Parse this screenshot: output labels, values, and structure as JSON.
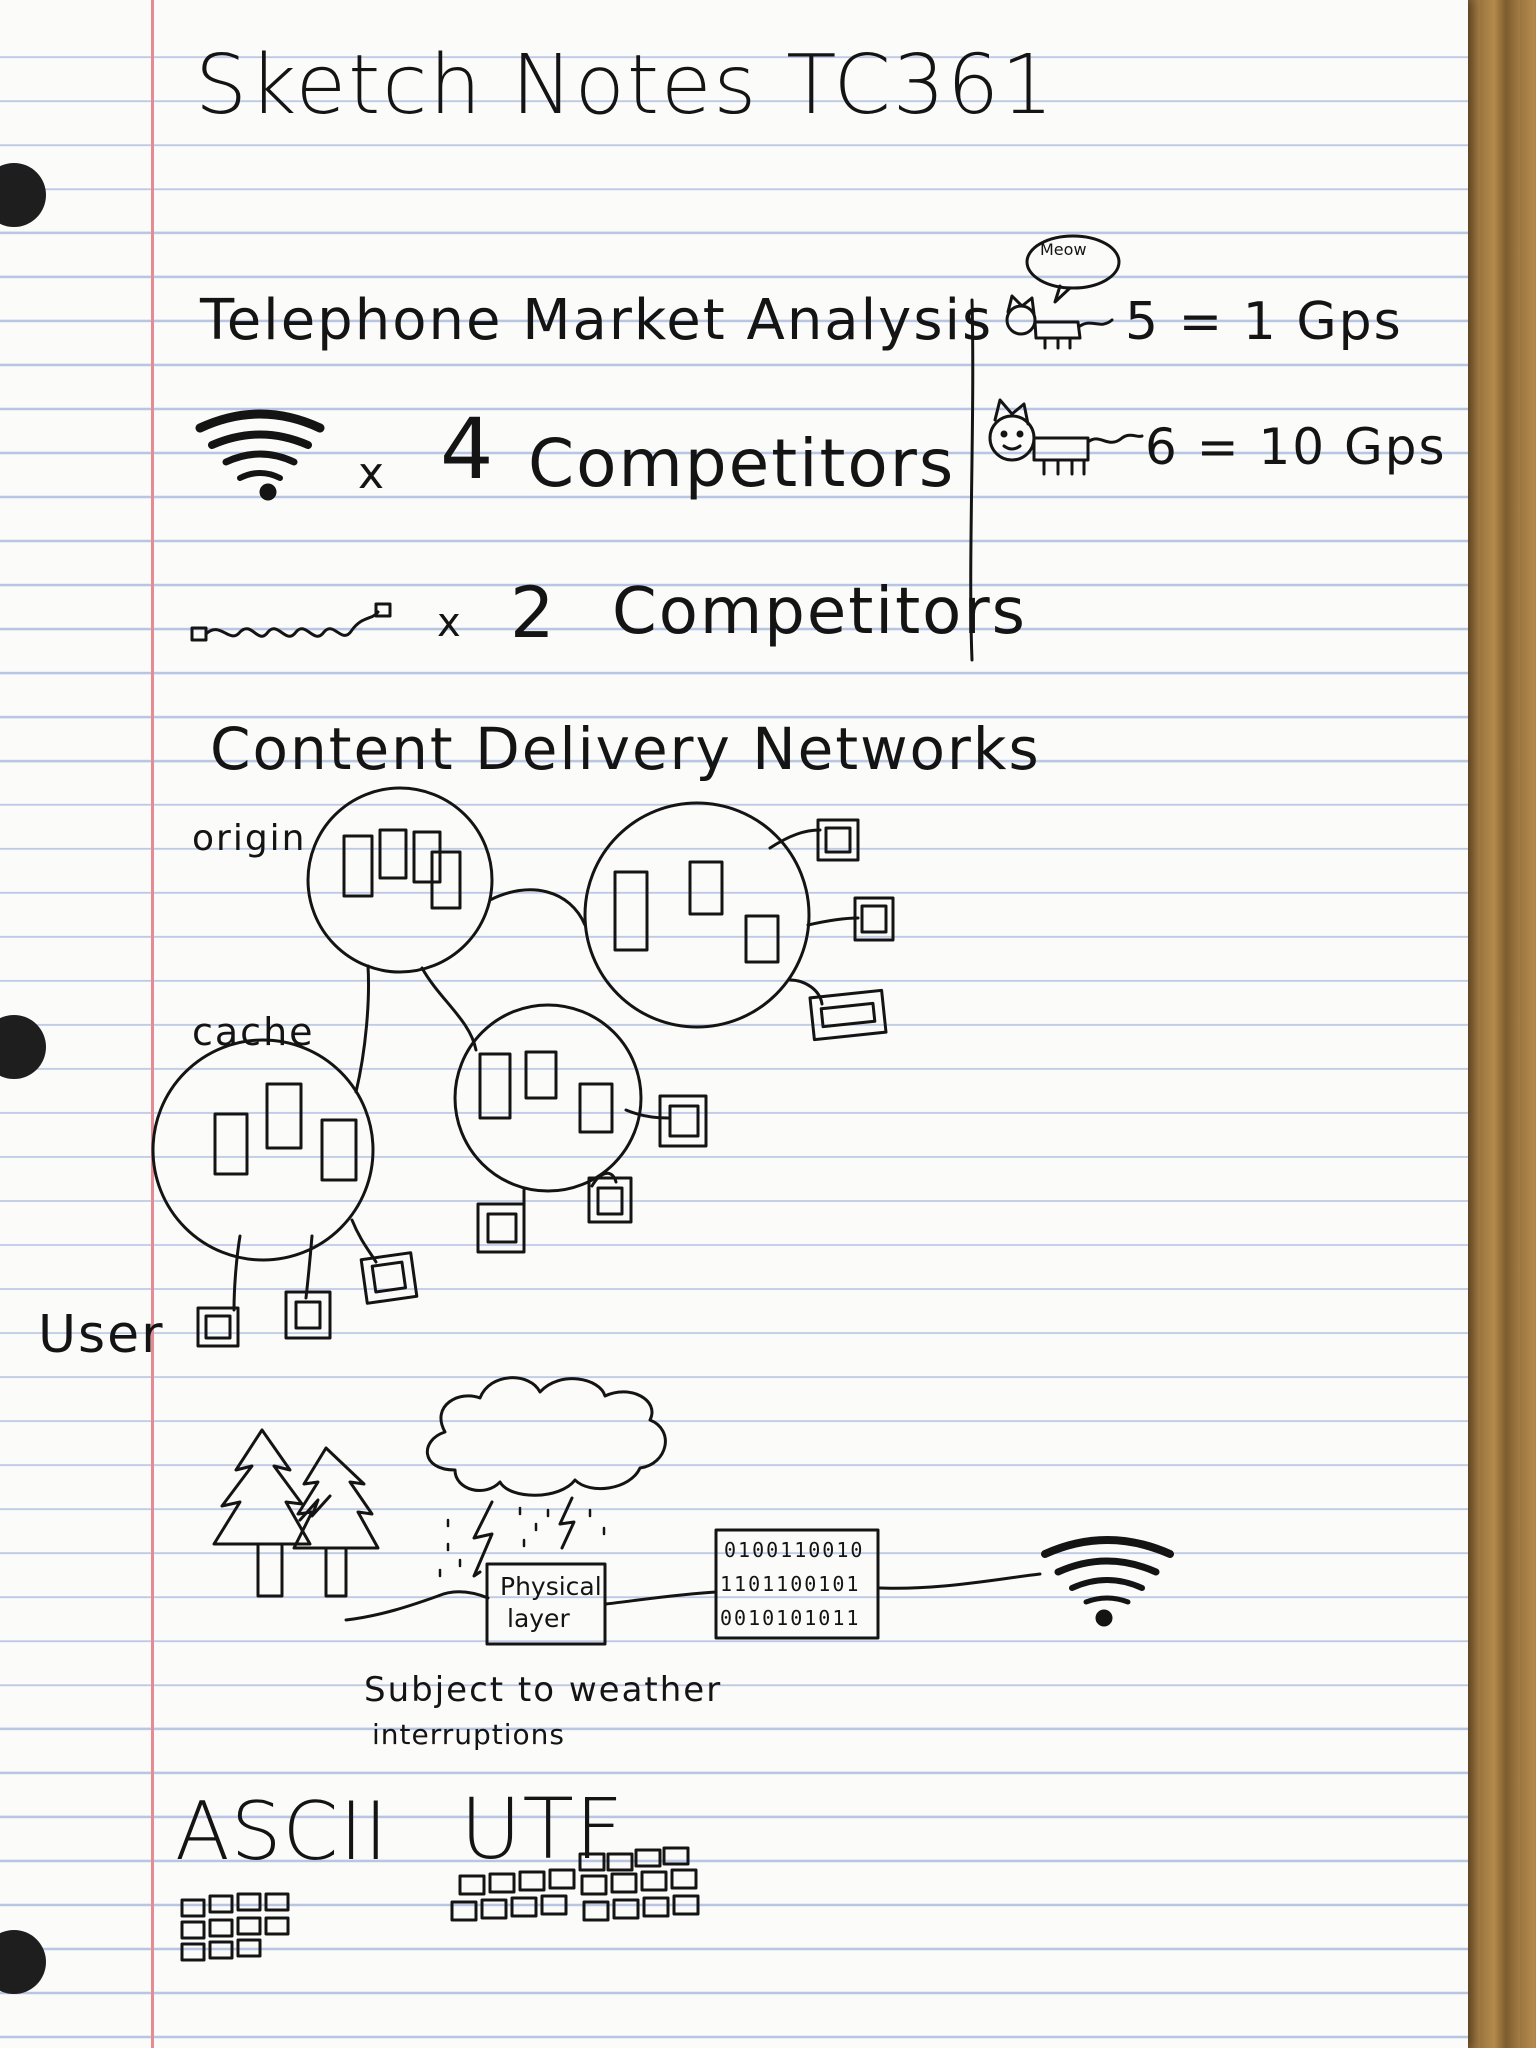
{
  "title": "Sketch Notes TC361",
  "telephone": {
    "heading": "Telephone Market Analysis",
    "wireless_line": {
      "multiplier": "x",
      "count": "4",
      "label": "Competitors"
    },
    "cable_line": {
      "multiplier": "x",
      "count": "2",
      "label": "Competitors"
    }
  },
  "cats": {
    "speech": "Meow",
    "cat5": "5 = 1 Gps",
    "cat6": "6 = 10 Gps"
  },
  "cdn": {
    "heading": "Content Delivery Networks",
    "origin_label": "origin",
    "cache_label": "cache",
    "user_label": "User"
  },
  "physical": {
    "box_line1": "Physical",
    "box_line2": "layer",
    "binary": [
      "0100110010",
      "1101100101",
      "0010101011"
    ],
    "caption_line1": "Subject to weather",
    "caption_line2": "interruptions"
  },
  "encoding": {
    "ascii": "ASCII",
    "utf": "UTF"
  }
}
